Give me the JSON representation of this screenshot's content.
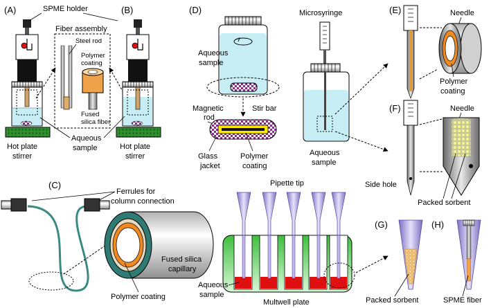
{
  "panels": {
    "a": "(A)",
    "b": "(B)",
    "c": "(C)",
    "d": "(D)",
    "e": "(E)",
    "f": "(F)",
    "g": "(G)",
    "h": "(H)"
  },
  "labels": {
    "spme_holder": "SPME holder",
    "fiber_assembly": "Fiber assembly",
    "steel_rod": "Steel rod",
    "polymer_coating_ab_1": "Polymer",
    "polymer_coating_ab_2": "coating",
    "fused_silica_fiber_1": "Fused",
    "fused_silica_fiber_2": "silica fiber",
    "hot_plate_a_1": "Hot plate",
    "hot_plate_a_2": "stirrer",
    "hot_plate_b_1": "Hot plate",
    "hot_plate_b_2": "stirrer",
    "aqueous_ab_1": "Aqueous",
    "aqueous_ab_2": "sample",
    "aqueous_d_1": "Aqueous",
    "aqueous_d_2": "sample",
    "magnetic_rod_1": "Magnetic",
    "magnetic_rod_2": "rod",
    "stir_bar": "Stir bar",
    "glass_jacket_1": "Glass",
    "glass_jacket_2": "jacket",
    "polymer_d_1": "Polymer",
    "polymer_d_2": "coating",
    "microsyringe": "Microsyringe",
    "aqueous_syr_1": "Aqueous",
    "aqueous_syr_2": "sample",
    "needle_e": "Needle",
    "polymer_e_1": "Polymer",
    "polymer_e_2": "coating",
    "needle_f": "Needle",
    "side_hole": "Side hole",
    "packed_sorbent_f": "Packed sorbent",
    "ferrules_1": "Ferrules for",
    "ferrules_2": "column connection",
    "fused_capillary_1": "Fused silica",
    "fused_capillary_2": "capillary",
    "polymer_c": "Polymer coating",
    "pipette_tip": "Pipette tip",
    "aqueous_plate_1": "Aqueous",
    "aqueous_plate_2": "sample",
    "multwell_plate": "Multwell plate",
    "packed_sorbent_g": "Packed sorbent",
    "spme_fiber": "SPME fiber"
  },
  "colors": {
    "water": "#c8eef5",
    "hot_plate": "#33a633",
    "polymer": "#e89a3a",
    "plate_green": "#55c855",
    "tip_purple": "#9a8ccc",
    "sample_red": "#e01010",
    "bead": "#f3f39a",
    "capillary": "#3a8a82"
  }
}
